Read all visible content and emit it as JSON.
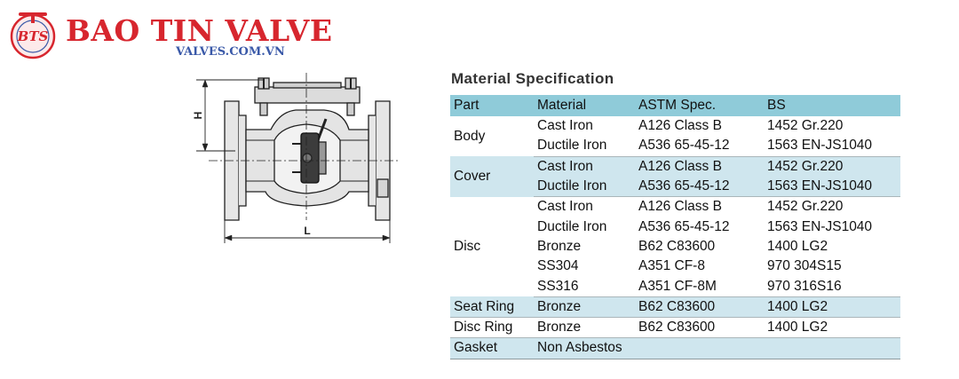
{
  "brand": {
    "name": "BAO TIN VALVE",
    "website": "VALVES.COM.VN",
    "badge_text": "BTS",
    "colors": {
      "red": "#d7262e",
      "blue": "#3a59a8"
    }
  },
  "drawing": {
    "height_label": "H",
    "length_label": "L"
  },
  "spec": {
    "title": "Material Specification",
    "headers": [
      "Part",
      "Material",
      "ASTM Spec.",
      "BS"
    ],
    "colors": {
      "header_bg": "#8fcbd9",
      "band_bg": "#cfe6ee"
    },
    "groups": [
      {
        "part": "Body",
        "rows": [
          {
            "material": "Cast Iron",
            "astm": "A126 Class B",
            "bs": "1452 Gr.220"
          },
          {
            "material": "Ductile Iron",
            "astm": "A536 65-45-12",
            "bs": "1563 EN-JS1040"
          }
        ]
      },
      {
        "part": "Cover",
        "rows": [
          {
            "material": "Cast Iron",
            "astm": "A126 Class B",
            "bs": "1452 Gr.220"
          },
          {
            "material": "Ductile Iron",
            "astm": "A536 65-45-12",
            "bs": "1563 EN-JS1040"
          }
        ]
      },
      {
        "part": "Disc",
        "rows": [
          {
            "material": "Cast Iron",
            "astm": "A126 Class B",
            "bs": "1452 Gr.220"
          },
          {
            "material": "Ductile Iron",
            "astm": "A536 65-45-12",
            "bs": "1563 EN-JS1040"
          },
          {
            "material": "Bronze",
            "astm": "B62 C83600",
            "bs": "1400 LG2"
          },
          {
            "material": "SS304",
            "astm": "A351 CF-8",
            "bs": "970 304S15"
          },
          {
            "material": "SS316",
            "astm": "A351 CF-8M",
            "bs": "970 316S16"
          }
        ]
      },
      {
        "part": "Seat Ring",
        "rows": [
          {
            "material": "Bronze",
            "astm": "B62 C83600",
            "bs": "1400 LG2"
          }
        ]
      },
      {
        "part": "Disc Ring",
        "rows": [
          {
            "material": "Bronze",
            "astm": "B62 C83600",
            "bs": "1400 LG2"
          }
        ]
      },
      {
        "part": "Gasket",
        "rows": [
          {
            "material": "Non Asbestos",
            "astm": "",
            "bs": ""
          }
        ]
      }
    ]
  }
}
